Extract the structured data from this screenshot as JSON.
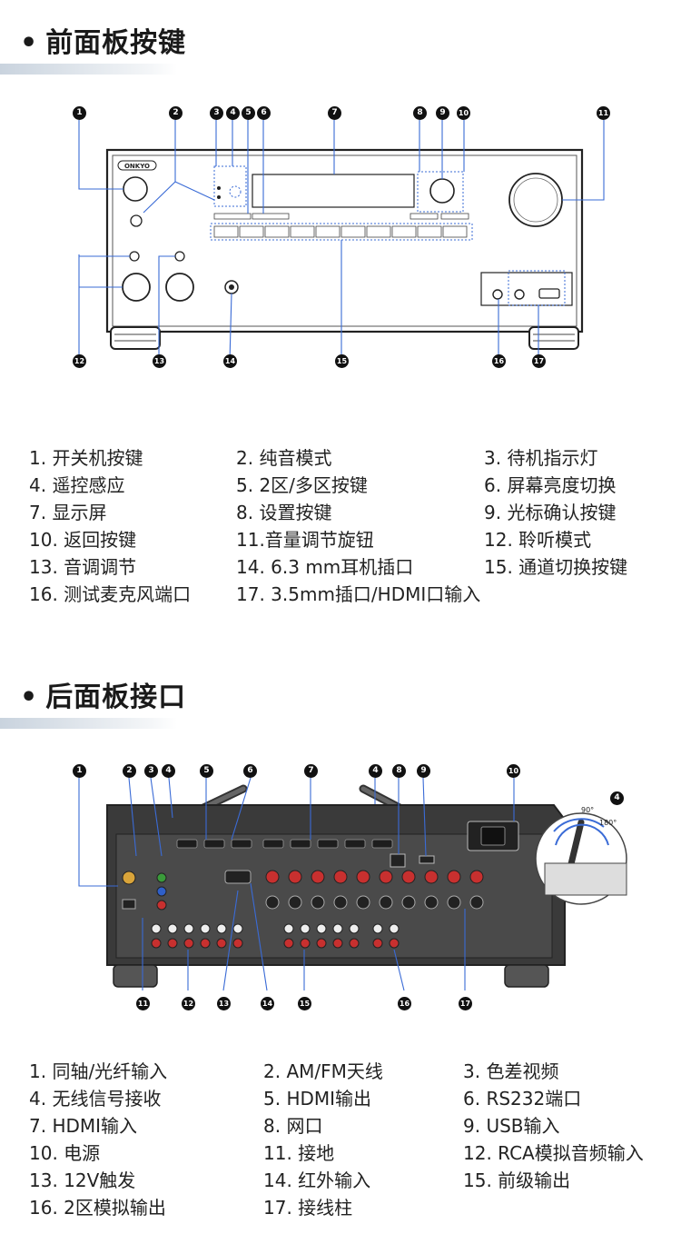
{
  "front": {
    "title": "前面板按键",
    "brand": "ONKYO",
    "items": [
      "1. 开关机按键",
      "2. 纯音模式",
      "3. 待机指示灯",
      "4. 遥控感应",
      "5. 2区/多区按键",
      "6. 屏幕亮度切换",
      "7. 显示屏",
      "8. 设置按键",
      "9. 光标确认按键",
      "10. 返回按键",
      "11.音量调节旋钮",
      "12. 聆听模式",
      "13. 音调调节",
      "14. 6.3 mm耳机插口",
      "15. 通道切换按键",
      "16. 测试麦克风端口",
      "17.  3.5mm插口/HDMI口输入"
    ]
  },
  "rear": {
    "title": "后面板接口",
    "angle_90": "90°",
    "angle_180": "180°",
    "items": [
      "1. 同轴/光纤输入",
      "2. AM/FM天线",
      "3. 色差视频",
      "4. 无线信号接收",
      "5. HDMI输出",
      "6. RS232端口",
      "7.  HDMI输入",
      "8. 网口",
      "9. USB输入",
      "10. 电源",
      "11. 接地",
      "12. RCA模拟音频输入",
      "13. 12V触发",
      "14. 红外输入",
      "15. 前级输出",
      "16. 2区模拟输出",
      "17. 接线柱"
    ]
  }
}
